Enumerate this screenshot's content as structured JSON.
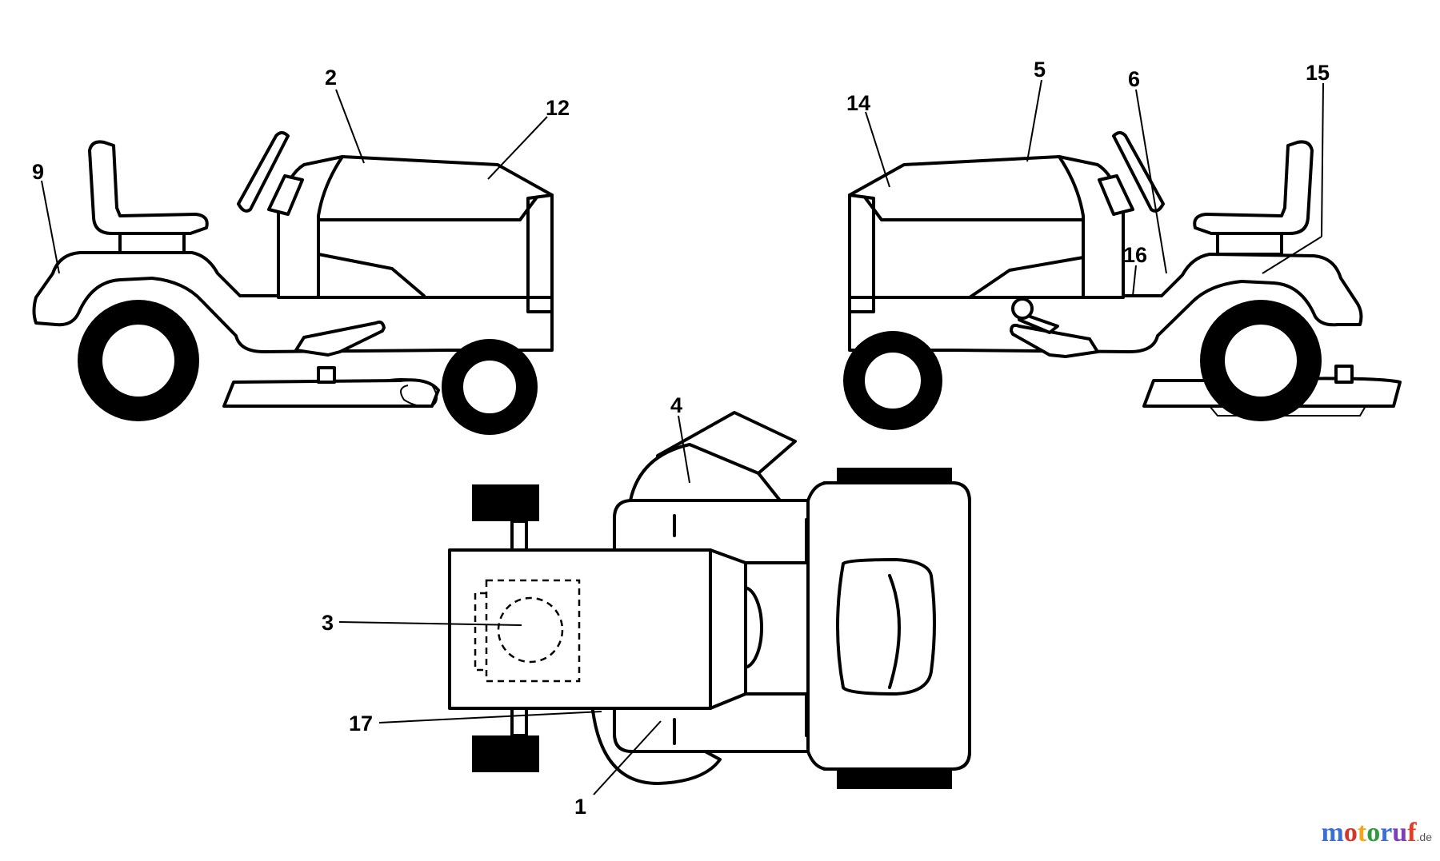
{
  "callouts": {
    "c1": "1",
    "c2": "2",
    "c3": "3",
    "c4": "4",
    "c5": "5",
    "c6": "6",
    "c9": "9",
    "c12": "12",
    "c14": "14",
    "c15": "15",
    "c16": "16",
    "c17": "17"
  },
  "watermark": {
    "name": "motoruf",
    "suffix": ".de",
    "colors": [
      "#3a6fd8",
      "#d8342b",
      "#f2a619",
      "#2f9a3c",
      "#3a6fd8",
      "#7d3fb8",
      "#e0402a"
    ]
  }
}
